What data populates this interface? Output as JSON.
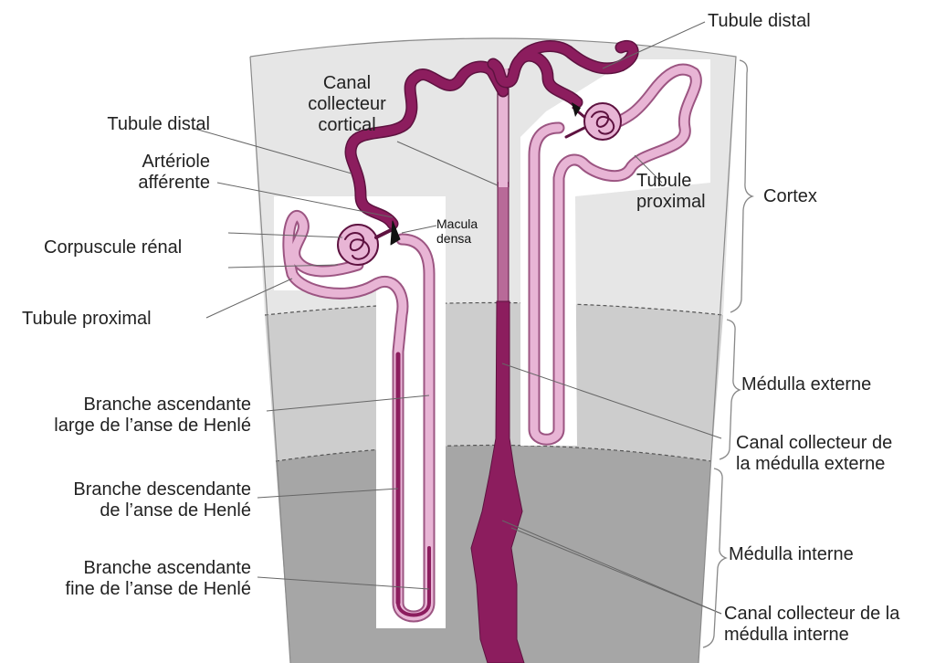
{
  "colors": {
    "cortex": "#e6e6e6",
    "medulla_outer": "#cdcdcd",
    "medulla_inner": "#a6a6a6",
    "tubule_dark": "#8c1d5e",
    "tubule_outline": "#5e1240",
    "tubule_light": "#e8b5d5",
    "tubule_light_outline": "#9c5582",
    "collecting_duct": "#8c1d5e",
    "leader_line": "#666666",
    "text": "#222222"
  },
  "labels": {
    "tubule_distal_top": "Tubule distal",
    "canal_collecteur_cortical": "Canal\ncollecteur\ncortical",
    "tubule_distal_left": "Tubule distal",
    "arteriole_afferente": "Artériole\nafférente",
    "macula_densa": "Macula\ndensa",
    "corpuscule_renal": "Corpuscule rénal",
    "tubule_proximal_left": "Tubule proximal",
    "tubule_proximal_right": "Tubule\nproximal",
    "cortex": "Cortex",
    "medulla_externe": "Médulla externe",
    "branche_ascendante_large": "Branche ascendante\nlarge de l’anse de Henlé",
    "canal_collecteur_medulla_externe": "Canal collecteur de\nla médulla externe",
    "branche_descendante": "Branche descendante\nde l’anse de Henlé",
    "medulla_interne": "Médulla interne",
    "branche_ascendante_fine": "Branche ascendante\nfine de l’anse de Henlé",
    "canal_collecteur_medulla_interne": "Canal collecteur de la\nmédulla interne"
  }
}
